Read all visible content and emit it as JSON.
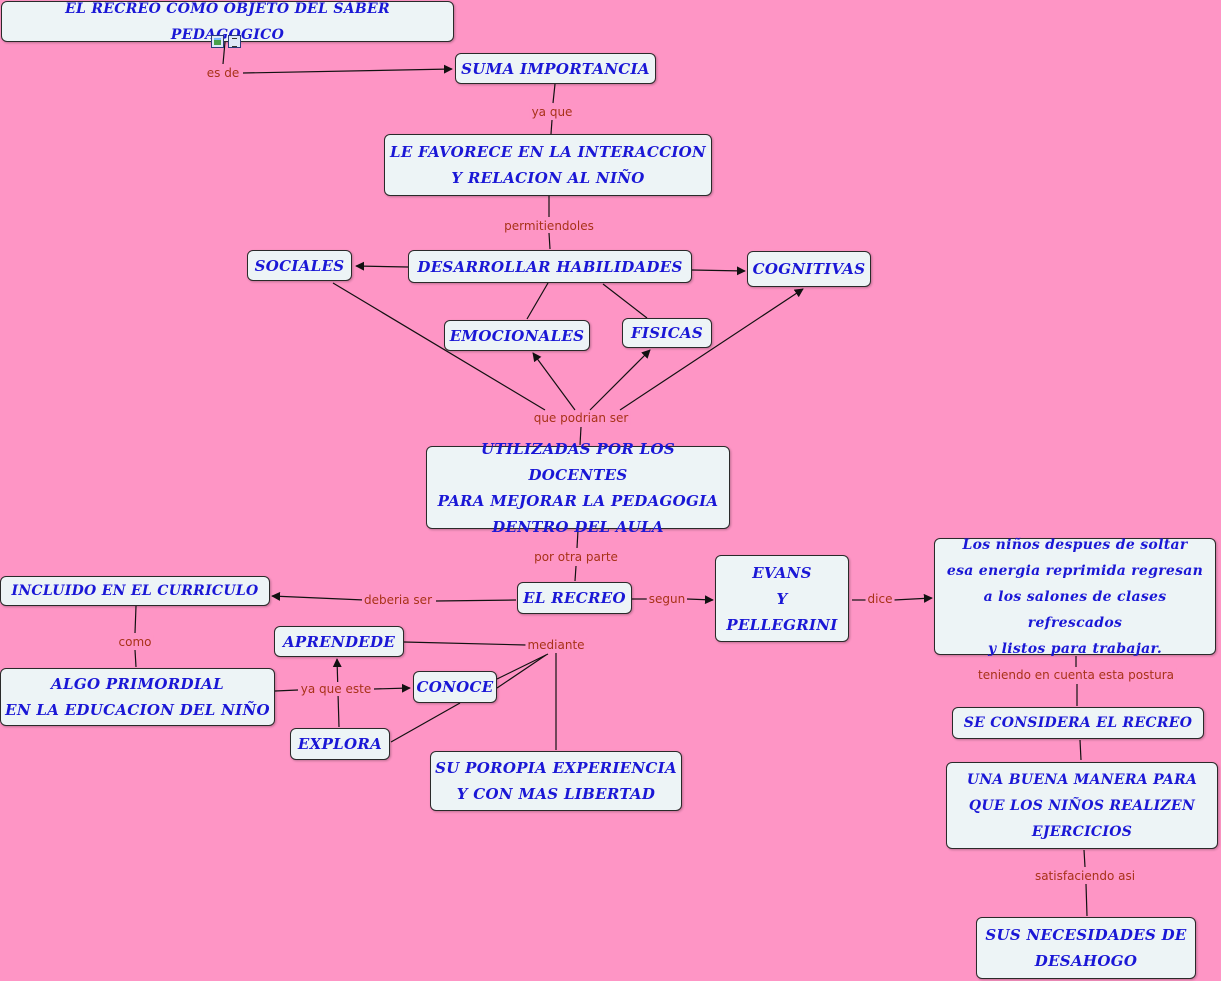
{
  "nodes": {
    "recreo_objeto": "EL RECREO COMO OBJETO DEL SABER PEDAGOGICO",
    "suma_importancia": "SUMA IMPORTANCIA",
    "favorece": "LE FAVORECE EN LA INTERACCION\nY RELACION AL NIÑO",
    "desarrollar": "DESARROLLAR HABILIDADES",
    "sociales": "SOCIALES",
    "cognitivas": "COGNITIVAS",
    "emocionales": "EMOCIONALES",
    "fisicas": "FISICAS",
    "utilizadas": "UTILIZADAS POR LOS DOCENTES\nPARA MEJORAR LA PEDAGOGIA\nDENTRO DEL AULA",
    "el_recreo": "EL RECREO",
    "incluido": "INCLUIDO EN EL CURRICULO",
    "evans": "EVANS\nY\nPELLEGRINI",
    "ninos_despues": "Los niños despues de soltar\nesa energia reprimida regresan\na los salones de clases refrescados\ny listos para trabajar.",
    "algo_primordial": "ALGO PRIMORDIAL\nEN LA EDUCACION DEL NIÑO",
    "aprendede": "APRENDEDE",
    "conoce": "CONOCE",
    "explora": "EXPLORA",
    "experiencia": "SU POROPIA EXPERIENCIA\nY CON MAS LIBERTAD",
    "se_considera": "SE CONSIDERA EL RECREO",
    "buena_manera": "UNA BUENA MANERA PARA\nQUE LOS NIÑOS REALIZEN\nEJERCICIOS",
    "necesidades": "SUS NECESIDADES DE\nDESAHOGO"
  },
  "links": {
    "es_de": "es de",
    "ya_que": "ya que",
    "permitiendoles": "permitiendoles",
    "que_podrian_ser": "que podrian ser",
    "por_otra_parte": "por otra parte",
    "deberia_ser": "deberia ser",
    "segun": "segun",
    "dice": "dice",
    "como": "como",
    "mediante": "mediante",
    "ya_que_este": "ya que este",
    "teniendo": "teniendo en cuenta esta postura",
    "satisfaciendo": "satisfaciendo asi"
  },
  "icons": [
    "image-icon",
    "document-icon"
  ],
  "colors": {
    "background": "#fe95c5",
    "node_fill": "#edf4f6",
    "node_text": "#1a17d6",
    "link_text": "#a83218",
    "line": "#111111"
  }
}
